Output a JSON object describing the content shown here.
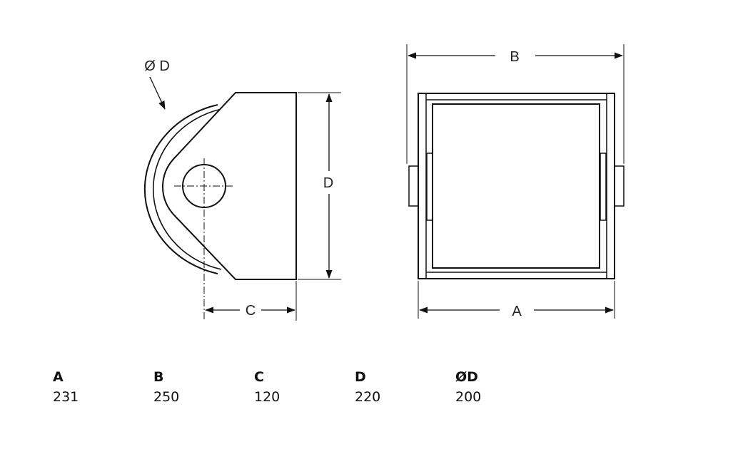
{
  "drawing": {
    "side_view_labels": {
      "diameter": "Ø D",
      "height": "D",
      "offset": "C"
    },
    "front_view_labels": {
      "overall_width": "B",
      "wheel_width": "A"
    }
  },
  "dimensions_table": {
    "columns": [
      {
        "key": "A",
        "value": "231"
      },
      {
        "key": "B",
        "value": "250"
      },
      {
        "key": "C",
        "value": "120"
      },
      {
        "key": "D",
        "value": "220"
      },
      {
        "key": "ØD",
        "value": "200"
      }
    ]
  }
}
